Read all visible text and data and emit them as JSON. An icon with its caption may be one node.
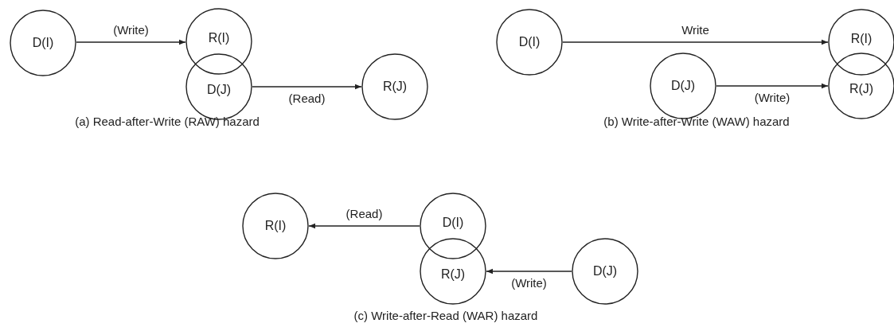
{
  "diagram": {
    "nodes": [
      {
        "text": [
          "D(I)"
        ]
      },
      {
        "text": [
          "R(I)"
        ]
      },
      {
        "text": [
          "D(J)"
        ]
      },
      {
        "text": [
          "R(J)"
        ]
      },
      {
        "text": [
          "D(I)"
        ]
      },
      {
        "text": [
          "R(I)"
        ]
      },
      {
        "text": [
          "D(J)"
        ]
      },
      {
        "text": [
          "R(J)"
        ]
      },
      {
        "text": [
          "R(I)"
        ]
      },
      {
        "text": [
          "D(I)"
        ]
      },
      {
        "text": [
          "R(J)"
        ]
      },
      {
        "text": [
          "D(J)"
        ]
      }
    ],
    "edges": [
      {
        "from": 0,
        "to": 1,
        "arrow": "to",
        "label": "(Write)"
      },
      {
        "from": 2,
        "to": 3,
        "arrow": "to",
        "label": "(Read)"
      },
      {
        "from": 4,
        "to": 5,
        "arrow": "to",
        "label": "Write"
      },
      {
        "from": 6,
        "to": 7,
        "arrow": "to",
        "label": "(Write)"
      },
      {
        "from": 9,
        "to": 8,
        "arrow": "to",
        "label": "(Read)"
      },
      {
        "from": 11,
        "to": 10,
        "arrow": "to",
        "label": "(Write)"
      }
    ],
    "labels": [
      "(a) Read-after-Write (RAW) hazard",
      "(b) Write-after-Write (WAW) hazard",
      "(c) Write-after-Read (WAR) hazard"
    ]
  }
}
